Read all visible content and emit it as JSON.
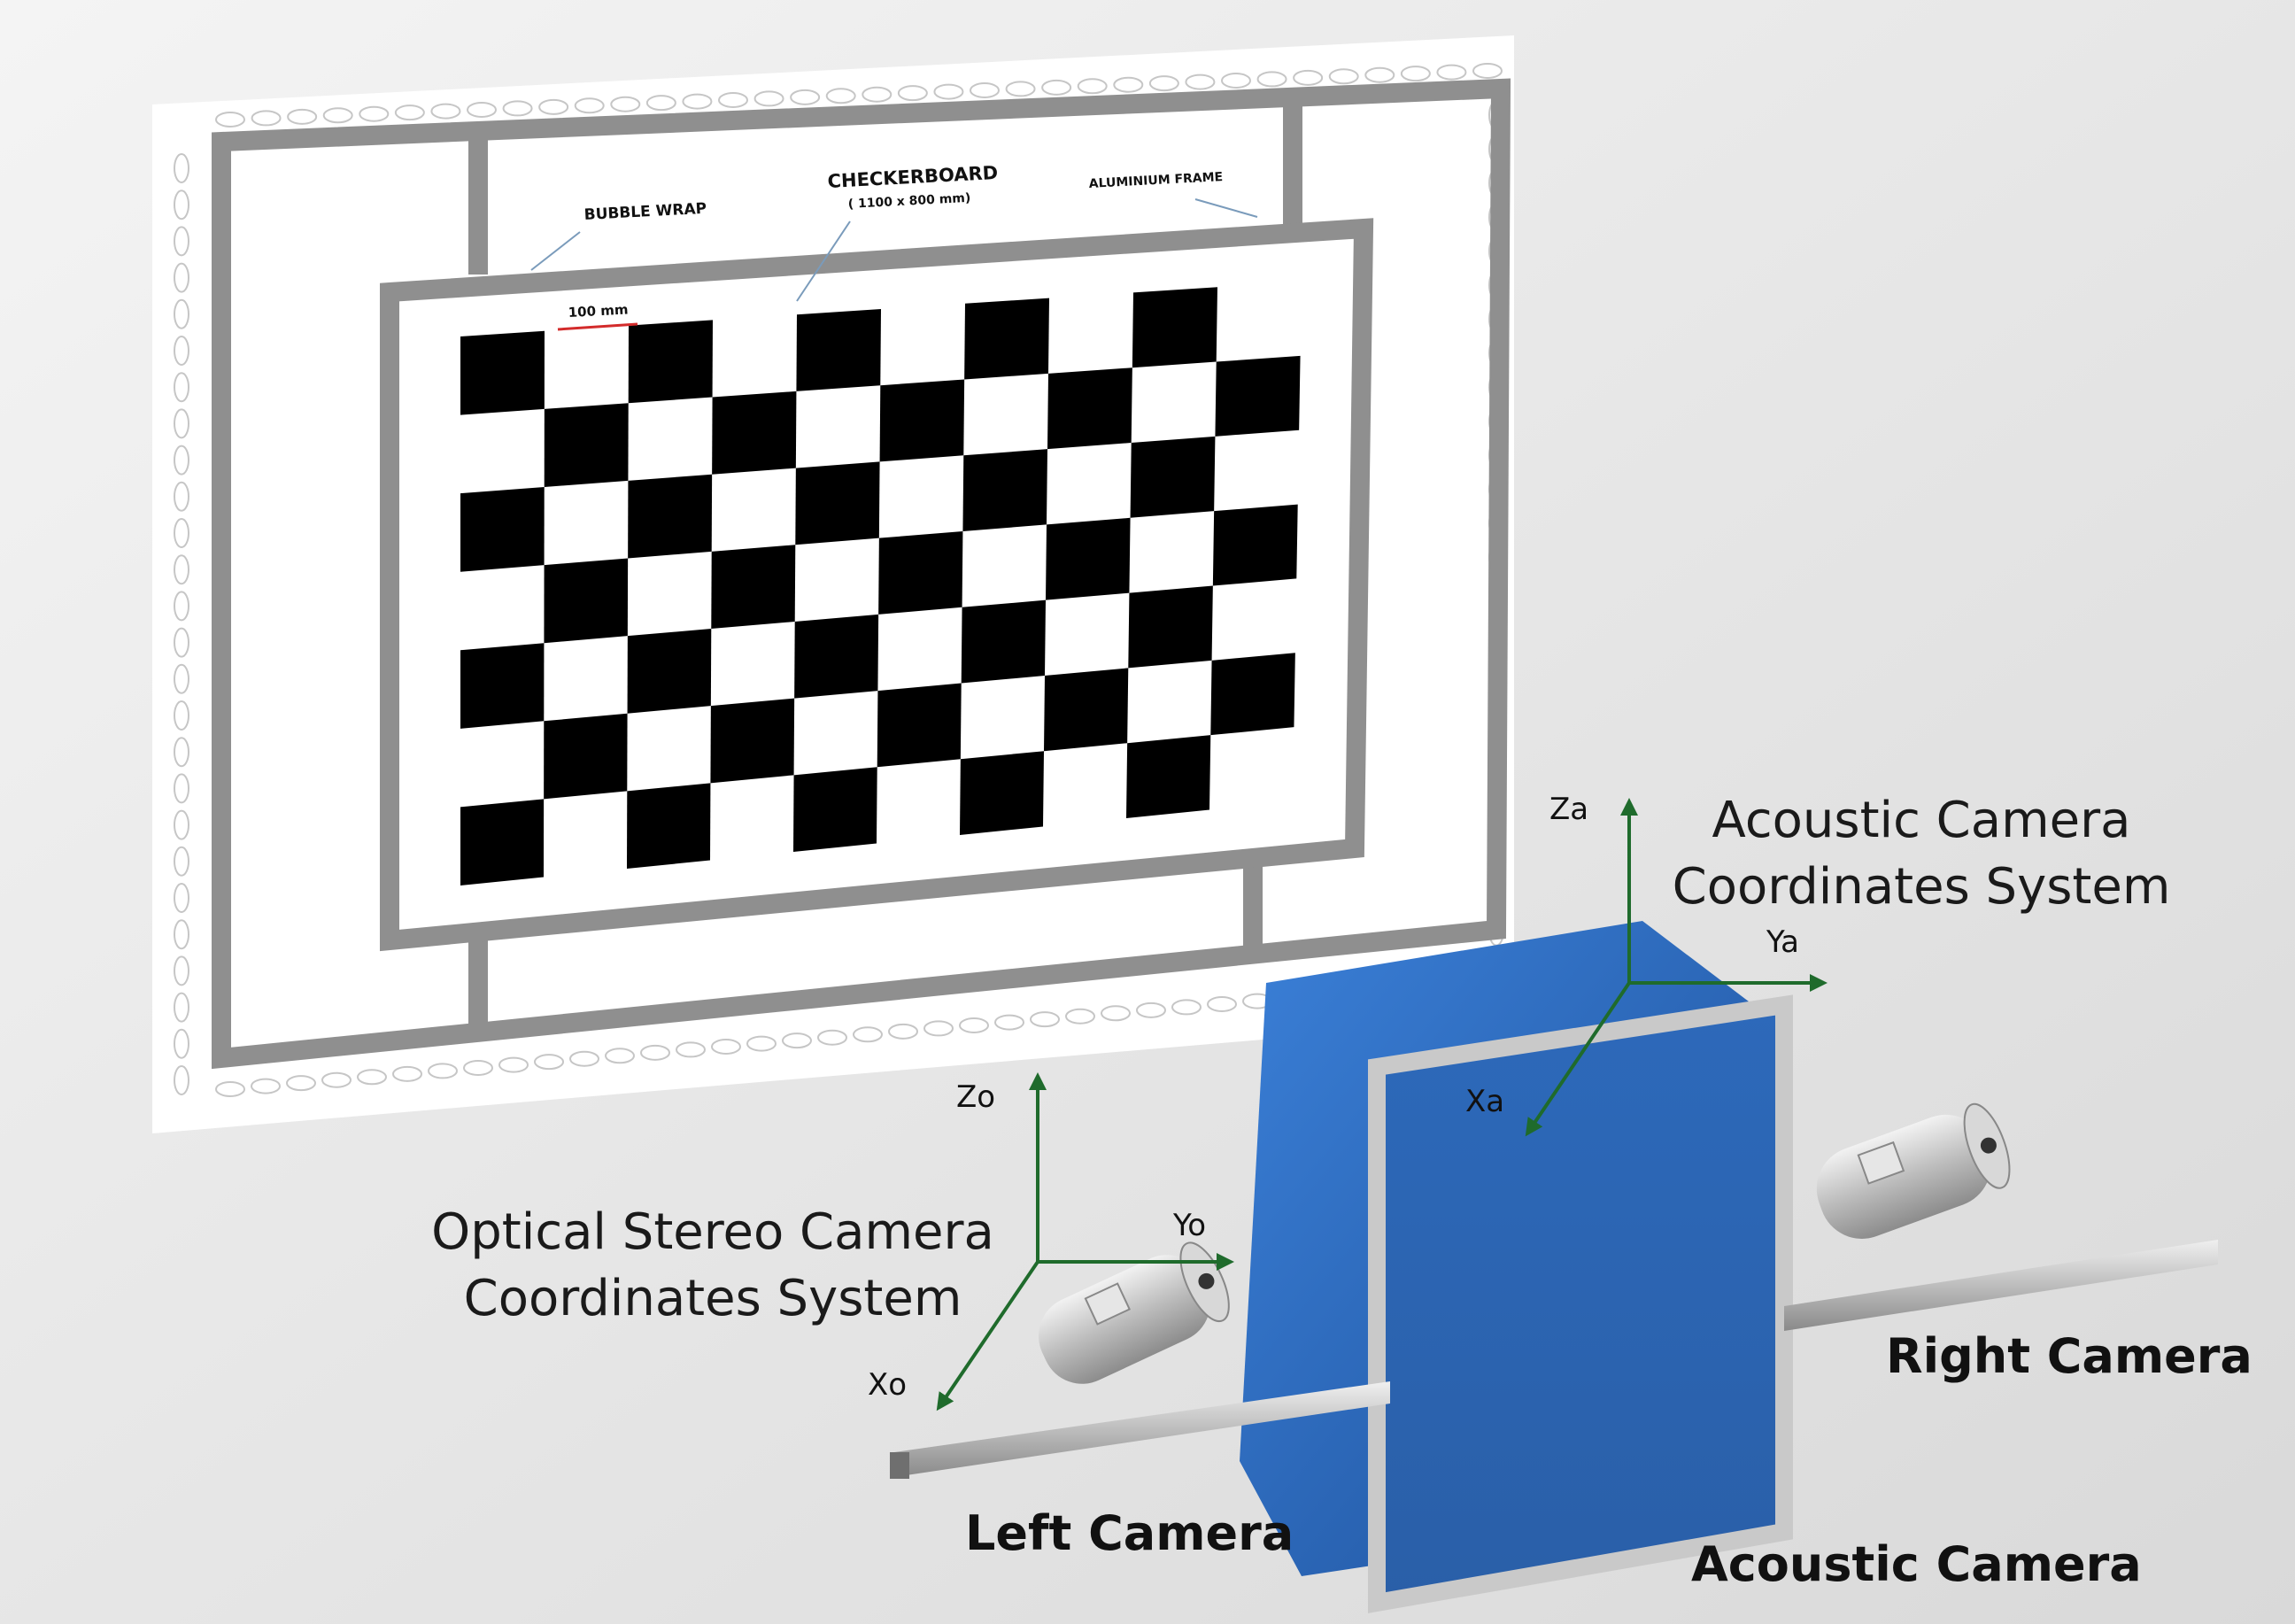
{
  "labels": {
    "checkerboard": "CHECKERBOARD",
    "checkerboard_size": "( 1100 x 800 mm)",
    "bubble_wrap": "BUBBLE WRAP",
    "aluminium_frame": "ALUMINIUM FRAME",
    "square_size": "100 mm",
    "acoustic_system_line1": "Acoustic Camera",
    "acoustic_system_line2": "Coordinates System",
    "optical_system_line1": "Optical Stereo Camera",
    "optical_system_line2": "Coordinates System",
    "left_camera": "Left Camera",
    "right_camera": "Right Camera",
    "acoustic_camera": "Acoustic Camera"
  },
  "axes": {
    "acoustic": {
      "z": "Za",
      "y": "Ya",
      "x": "Xa"
    },
    "optical": {
      "z": "Zo",
      "y": "Yo",
      "x": "Xo"
    }
  },
  "colors": {
    "axis": "#1f6b2c",
    "frame": "#8f8f8f",
    "acoustic_body": "#2f6fc4",
    "acoustic_face": "#2a64b2"
  }
}
